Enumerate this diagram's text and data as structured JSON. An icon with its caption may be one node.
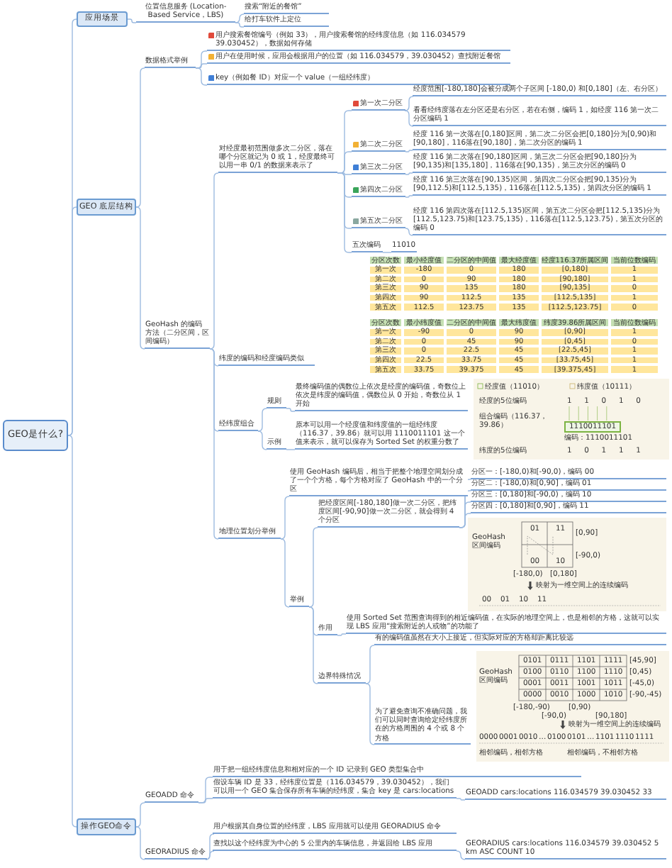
{
  "diagram": {
    "nodes": [
      {
        "text": [
          "GEO是什么?"
        ]
      },
      {
        "text": [
          "应用场景"
        ]
      },
      {
        "text": [
          "位置信息服务 (Location-Based Service，LBS)"
        ]
      },
      {
        "text": [
          "搜索“附近的餐馆”"
        ]
      },
      {
        "text": [
          "给打车软件上定位"
        ]
      },
      {
        "text": [
          "GEO 底层结构"
        ]
      },
      {
        "text": [
          "数据格式举例"
        ]
      },
      {
        "text": [
          "用户搜索餐馆编号（例如 33），用户搜索餐馆的经纬度信息（如 116.034579 39.030452），数据如何存储"
        ]
      },
      {
        "text": [
          "用户在使用时候，应用会根据用户的位置（如 116.034579，39.030452）查找附近餐馆"
        ]
      },
      {
        "text": [
          "key（例如餐 ID）对应一个 value（一组经纬度）"
        ]
      },
      {
        "text": [
          "GeoHash 的编码方法（二分区间，区间编码）"
        ]
      },
      {
        "text": [
          "对经度最初范围做多次二分区，落在哪个分区就记为 0 或 1，经度最终可以用一串 0/1 的数据来表示了"
        ]
      },
      {
        "text": [
          "第一次二分区"
        ]
      },
      {
        "text": [
          "经度范围[-180,180]会被分成两个子区间 [-180,0) 和[0,180]（左、右分区）"
        ]
      },
      {
        "text": [
          "看看经纬度落在左分区还是右分区，若在右侧，编码 1，如经度 116 第一次二分区编码 1"
        ]
      },
      {
        "text": [
          "第二次二分区"
        ]
      },
      {
        "text": [
          "经度 116 第一次落在[0,180]区间，第二次二分区会把[0,180]分为[0,90)和[90,180]，116落在[90,180]，第二次分区的编码 1"
        ]
      },
      {
        "text": [
          "第三次二分区"
        ]
      },
      {
        "text": [
          "经度 116 第二次落在[90,180]区间，第三次二分区会把[90,180]分为[90,135)和[135,180]，116落在[90,135)，第三次分区的编码 0"
        ]
      },
      {
        "text": [
          "第四次二分区"
        ]
      },
      {
        "text": [
          "经度 116 第三次落在[90,135)区间，第四次二分区会把[90,135)分为[90,112.5)和[112.5,135)，116落在[112.5,135)，第四次分区的编码 1"
        ]
      },
      {
        "text": [
          "第五次二分区"
        ]
      },
      {
        "text": [
          "经度 116 第四次落在[112.5,135)区间，第五次二分区会把[112.5,135)分为[112.5,123.75)和[123.75,135)，116落在[112.5,123.75)，第五次分区的编码 0"
        ]
      },
      {
        "text": [
          "五次编码"
        ]
      },
      {
        "text": [
          "11010"
        ]
      },
      {
        "text": [
          "纬度的编码和经度编码类似"
        ]
      },
      {
        "text": [
          "经纬度组合"
        ]
      },
      {
        "text": [
          "规则"
        ]
      },
      {
        "text": [
          "最终编码值的偶数位上依次是经度的编码值，奇数位上依次是纬度的编码值，偶数位从 0 开始，奇数位从 1 开始"
        ]
      },
      {
        "text": [
          "示例"
        ]
      },
      {
        "text": [
          "原本可以用一个经度值和纬度值的一组经纬度（116.37，39.86）就可以用 1110011101 这一个值来表示，就可以保存为 Sorted Set 的权重分数了"
        ]
      },
      {
        "text": [
          "地理位置划分举例"
        ]
      },
      {
        "text": [
          "使用 GeoHash 编码后，相当于把整个地理空间划分成了一个个方格，每个方格对应了 GeoHash 中的一个分区"
        ]
      },
      {
        "text": [
          "举例"
        ]
      },
      {
        "text": [
          "把经度区间[-180,180]做一次二分区，把纬度区间[-90,90]做一次二分区，就会得到 4 个分区"
        ]
      },
      {
        "text": [
          "分区一：[-180,0)和[-90,0)，编码 00"
        ]
      },
      {
        "text": [
          "分区二：[-180,0)和[0,90]，编码 01"
        ]
      },
      {
        "text": [
          "分区三：[0,180]和[-90,0)，编码 10"
        ]
      },
      {
        "text": [
          "分区四：[0,180]和[0,90]，编码 11"
        ]
      },
      {
        "text": [
          "作用"
        ]
      },
      {
        "text": [
          "使用 Sorted Set 范围查询得到的相近编码值，在实际的地理空间上，也是相邻的方格，这就可以实现 LBS 应用“搜索附近的人或物”的功能了"
        ]
      },
      {
        "text": [
          "边界特殊情况"
        ]
      },
      {
        "text": [
          "有的编码值虽然在大小上接近，但实际对应的方格却距离比较远"
        ]
      },
      {
        "text": [
          "为了避免查询不准确问题，我们可以同时查询给定经纬度所在的方格周围的 4 个或 8 个方格"
        ]
      },
      {
        "text": [
          "操作GEO命令"
        ]
      },
      {
        "text": [
          "GEOADD 命令"
        ]
      },
      {
        "text": [
          "用于把一组经纬度信息和相对应的一个 ID 记录到 GEO 类型集合中"
        ]
      },
      {
        "text": [
          "假设车辆 ID 是 33，经纬度位置是（116.034579，39.030452），我们可以用一个 GEO 集合保存所有车辆的经纬度，集合 key 是 cars:locations"
        ]
      },
      {
        "text": [
          "GEOADD cars:locations 116.034579 39.030452 33"
        ]
      },
      {
        "text": [
          "GEORADIUS 命令"
        ]
      },
      {
        "text": [
          "用户根据其自身位置的经纬度，LBS 应用就可以使用 GEORADIUS 命令"
        ]
      },
      {
        "text": [
          "查找以这个经纬度为中心的 5 公里内的车辆信息，并返回给 LBS 应用"
        ]
      },
      {
        "text": [
          "GEORADIUS cars:locations 116.034579 39.030452 5 km ASC COUNT 10"
        ]
      }
    ],
    "edges": [
      {
        "from": 0,
        "to": 1,
        "arrow": "none"
      },
      {
        "from": 1,
        "to": 2,
        "arrow": "none"
      },
      {
        "from": 2,
        "to": 3,
        "arrow": "none"
      },
      {
        "from": 2,
        "to": 4,
        "arrow": "none"
      },
      {
        "from": 0,
        "to": 5,
        "arrow": "none"
      },
      {
        "from": 5,
        "to": 6,
        "arrow": "none"
      },
      {
        "from": 6,
        "to": 7,
        "arrow": "none"
      },
      {
        "from": 6,
        "to": 8,
        "arrow": "none"
      },
      {
        "from": 6,
        "to": 9,
        "arrow": "none"
      },
      {
        "from": 5,
        "to": 10,
        "arrow": "none"
      },
      {
        "from": 10,
        "to": 11,
        "arrow": "none"
      },
      {
        "from": 11,
        "to": 12,
        "arrow": "none"
      },
      {
        "from": 12,
        "to": 13,
        "arrow": "none"
      },
      {
        "from": 12,
        "to": 14,
        "arrow": "none"
      },
      {
        "from": 11,
        "to": 15,
        "arrow": "none"
      },
      {
        "from": 15,
        "to": 16,
        "arrow": "none"
      },
      {
        "from": 11,
        "to": 17,
        "arrow": "none"
      },
      {
        "from": 17,
        "to": 18,
        "arrow": "none"
      },
      {
        "from": 11,
        "to": 19,
        "arrow": "none"
      },
      {
        "from": 19,
        "to": 20,
        "arrow": "none"
      },
      {
        "from": 11,
        "to": 21,
        "arrow": "none"
      },
      {
        "from": 21,
        "to": 22,
        "arrow": "none"
      },
      {
        "from": 11,
        "to": 23,
        "arrow": "none"
      },
      {
        "from": 23,
        "to": 24,
        "arrow": "none"
      },
      {
        "from": 10,
        "to": 25,
        "arrow": "none"
      },
      {
        "from": 10,
        "to": 26,
        "arrow": "none"
      },
      {
        "from": 26,
        "to": 27,
        "arrow": "none"
      },
      {
        "from": 27,
        "to": 28,
        "arrow": "none"
      },
      {
        "from": 26,
        "to": 29,
        "arrow": "none"
      },
      {
        "from": 29,
        "to": 30,
        "arrow": "none"
      },
      {
        "from": 10,
        "to": 31,
        "arrow": "none"
      },
      {
        "from": 31,
        "to": 32,
        "arrow": "none"
      },
      {
        "from": 31,
        "to": 33,
        "arrow": "none"
      },
      {
        "from": 33,
        "to": 34,
        "arrow": "none"
      },
      {
        "from": 34,
        "to": 35,
        "arrow": "none"
      },
      {
        "from": 34,
        "to": 36,
        "arrow": "none"
      },
      {
        "from": 34,
        "to": 37,
        "arrow": "none"
      },
      {
        "from": 34,
        "to": 38,
        "arrow": "none"
      },
      {
        "from": 33,
        "to": 39,
        "arrow": "none"
      },
      {
        "from": 39,
        "to": 40,
        "arrow": "none"
      },
      {
        "from": 33,
        "to": 41,
        "arrow": "none"
      },
      {
        "from": 41,
        "to": 42,
        "arrow": "none"
      },
      {
        "from": 41,
        "to": 43,
        "arrow": "none"
      },
      {
        "from": 0,
        "to": 44,
        "arrow": "none"
      },
      {
        "from": 44,
        "to": 45,
        "arrow": "none"
      },
      {
        "from": 45,
        "to": 46,
        "arrow": "none"
      },
      {
        "from": 45,
        "to": 47,
        "arrow": "none"
      },
      {
        "from": 47,
        "to": 48,
        "arrow": "none"
      },
      {
        "from": 44,
        "to": 49,
        "arrow": "none"
      },
      {
        "from": 49,
        "to": 50,
        "arrow": "none"
      },
      {
        "from": 49,
        "to": 51,
        "arrow": "none"
      },
      {
        "from": 51,
        "to": 52,
        "arrow": "none"
      }
    ],
    "labels": [
      "分区次数",
      "最小经度值",
      "二分区的中间值",
      "最大经度值",
      "经度116.37所属区间",
      "当前位数编码",
      "第一次",
      "-180",
      "0",
      "180",
      "[0,180]",
      "1",
      "第二次",
      "0",
      "90",
      "180",
      "[90,180]",
      "1",
      "第三次",
      "90",
      "135",
      "180",
      "[90,135]",
      "0",
      "第四次",
      "90",
      "112.5",
      "135",
      "[112.5,135]",
      "1",
      "第五次",
      "112.5",
      "123.75",
      "135",
      "[112.5,123.75]",
      "0",
      "分区次数",
      "最小纬度值",
      "二分区的中间值",
      "最大纬度值",
      "纬度39.86所属区间",
      "当前位数编码",
      "第一次",
      "-90",
      "0",
      "90",
      "[0,90]",
      "1",
      "第二次",
      "0",
      "45",
      "90",
      "[0,45]",
      "0",
      "第三次",
      "0",
      "22.5",
      "45",
      "[22.5,45]",
      "1",
      "第四次",
      "22.5",
      "33.75",
      "45",
      "[33.75,45]",
      "1",
      "第五次",
      "33.75",
      "39.375",
      "45",
      "[39.375,45]",
      "1",
      "经度值（11010）",
      "纬度值（10111）",
      "经度的5位编码",
      "1 1 0 1 0",
      "组合编码（116.37，39.86）",
      "1110011101",
      "编码：1110011101",
      "纬度的5位编码",
      "1 0 1 1 1",
      "GeoHash 区间编码",
      "01",
      "11",
      "00",
      "10",
      "[0,90]",
      "[-90,0)",
      "[-180,0)",
      "[0,180]",
      "映射为一维空间上的连续编码",
      "00",
      "01",
      "10",
      "11",
      "GeoHash 区间编码",
      "0101",
      "0111",
      "1101",
      "1111",
      "0100",
      "0110",
      "1100",
      "1110",
      "0001",
      "0011",
      "1001",
      "1011",
      "0000",
      "0010",
      "1000",
      "1010",
      "[45,90]",
      "[0,45)",
      "[-45,0)",
      "[-90,-45)",
      "[-180,-90)",
      "[-90,0)",
      "[0,90)",
      "[90,180]",
      "映射为一维空间上的连续编码",
      "0000",
      "0001",
      "0010",
      "…",
      "0100",
      "0101",
      "…",
      "1101",
      "1110",
      "1111",
      "相邻编码，相邻方格",
      "相邻编码，不相邻方格"
    ]
  }
}
